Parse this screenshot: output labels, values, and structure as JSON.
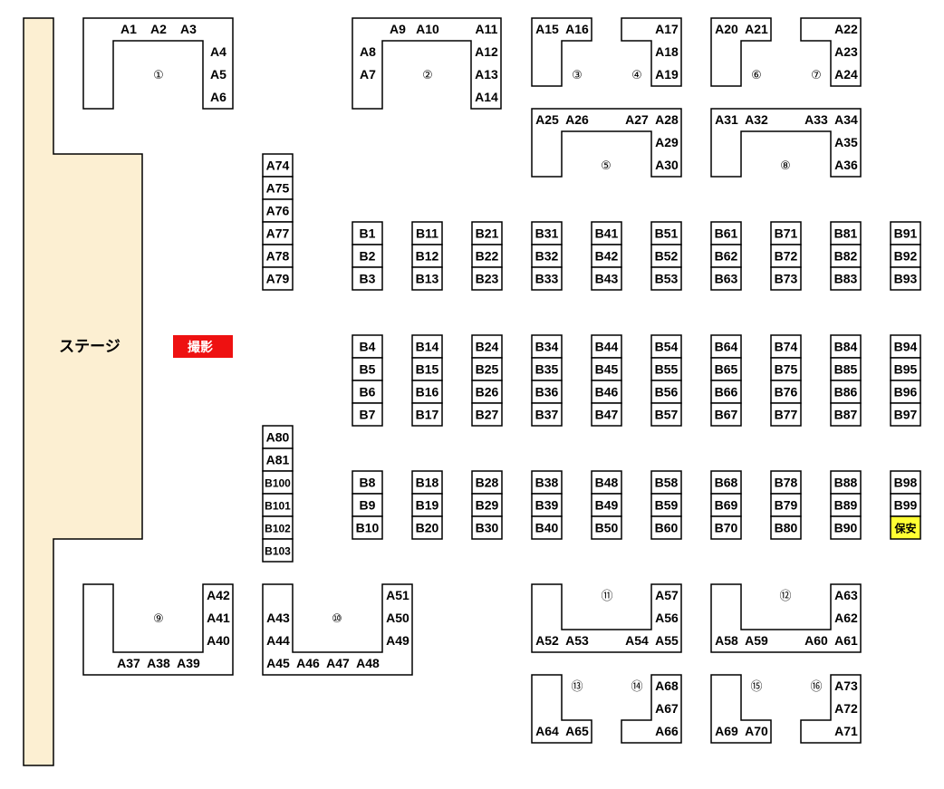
{
  "colors": {
    "stage_fill": "#FCEFD2",
    "photo_fill": "#EE1111",
    "security_fill": "#FFFF33"
  },
  "stage": {
    "label": "ステージ"
  },
  "photo_area": {
    "label": "撮影"
  },
  "security": {
    "label": "保安"
  },
  "area_numbers": [
    "①",
    "②",
    "③",
    "④",
    "⑤",
    "⑥",
    "⑦",
    "⑧",
    "⑨",
    "⑩",
    "⑪",
    "⑫",
    "⑬",
    "⑭",
    "⑮",
    "⑯"
  ],
  "a_booths": [
    "A1",
    "A2",
    "A3",
    "A4",
    "A5",
    "A6",
    "A7",
    "A8",
    "A9",
    "A10",
    "A11",
    "A12",
    "A13",
    "A14",
    "A15",
    "A16",
    "A17",
    "A18",
    "A19",
    "A20",
    "A21",
    "A22",
    "A23",
    "A24",
    "A25",
    "A26",
    "A27",
    "A28",
    "A29",
    "A30",
    "A31",
    "A32",
    "A33",
    "A34",
    "A35",
    "A36",
    "A37",
    "A38",
    "A39",
    "A40",
    "A41",
    "A42",
    "A43",
    "A44",
    "A45",
    "A46",
    "A47",
    "A48",
    "A49",
    "A50",
    "A51",
    "A52",
    "A53",
    "A54",
    "A55",
    "A56",
    "A57",
    "A58",
    "A59",
    "A60",
    "A61",
    "A62",
    "A63",
    "A64",
    "A65",
    "A66",
    "A67",
    "A68",
    "A69",
    "A70",
    "A71",
    "A72",
    "A73"
  ],
  "left_column_top": [
    "A74",
    "A75",
    "A76",
    "A77",
    "A78",
    "A79"
  ],
  "left_column_bottom": [
    "A80",
    "A81",
    "B100",
    "B101",
    "B102",
    "B103"
  ],
  "b_columns": [
    [
      "B1",
      "B2",
      "B3",
      "B4",
      "B5",
      "B6",
      "B7",
      "B8",
      "B9",
      "B10"
    ],
    [
      "B11",
      "B12",
      "B13",
      "B14",
      "B15",
      "B16",
      "B17",
      "B18",
      "B19",
      "B20"
    ],
    [
      "B21",
      "B22",
      "B23",
      "B24",
      "B25",
      "B26",
      "B27",
      "B28",
      "B29",
      "B30"
    ],
    [
      "B31",
      "B32",
      "B33",
      "B34",
      "B35",
      "B36",
      "B37",
      "B38",
      "B39",
      "B40"
    ],
    [
      "B41",
      "B42",
      "B43",
      "B44",
      "B45",
      "B46",
      "B47",
      "B48",
      "B49",
      "B50"
    ],
    [
      "B51",
      "B52",
      "B53",
      "B54",
      "B55",
      "B56",
      "B57",
      "B58",
      "B59",
      "B60"
    ],
    [
      "B61",
      "B62",
      "B63",
      "B64",
      "B65",
      "B66",
      "B67",
      "B68",
      "B69",
      "B70"
    ],
    [
      "B71",
      "B72",
      "B73",
      "B74",
      "B75",
      "B76",
      "B77",
      "B78",
      "B79",
      "B80"
    ],
    [
      "B81",
      "B82",
      "B83",
      "B84",
      "B85",
      "B86",
      "B87",
      "B88",
      "B89",
      "B90"
    ],
    [
      "B91",
      "B92",
      "B93",
      "B94",
      "B95",
      "B96",
      "B97",
      "B98",
      "B99"
    ]
  ]
}
